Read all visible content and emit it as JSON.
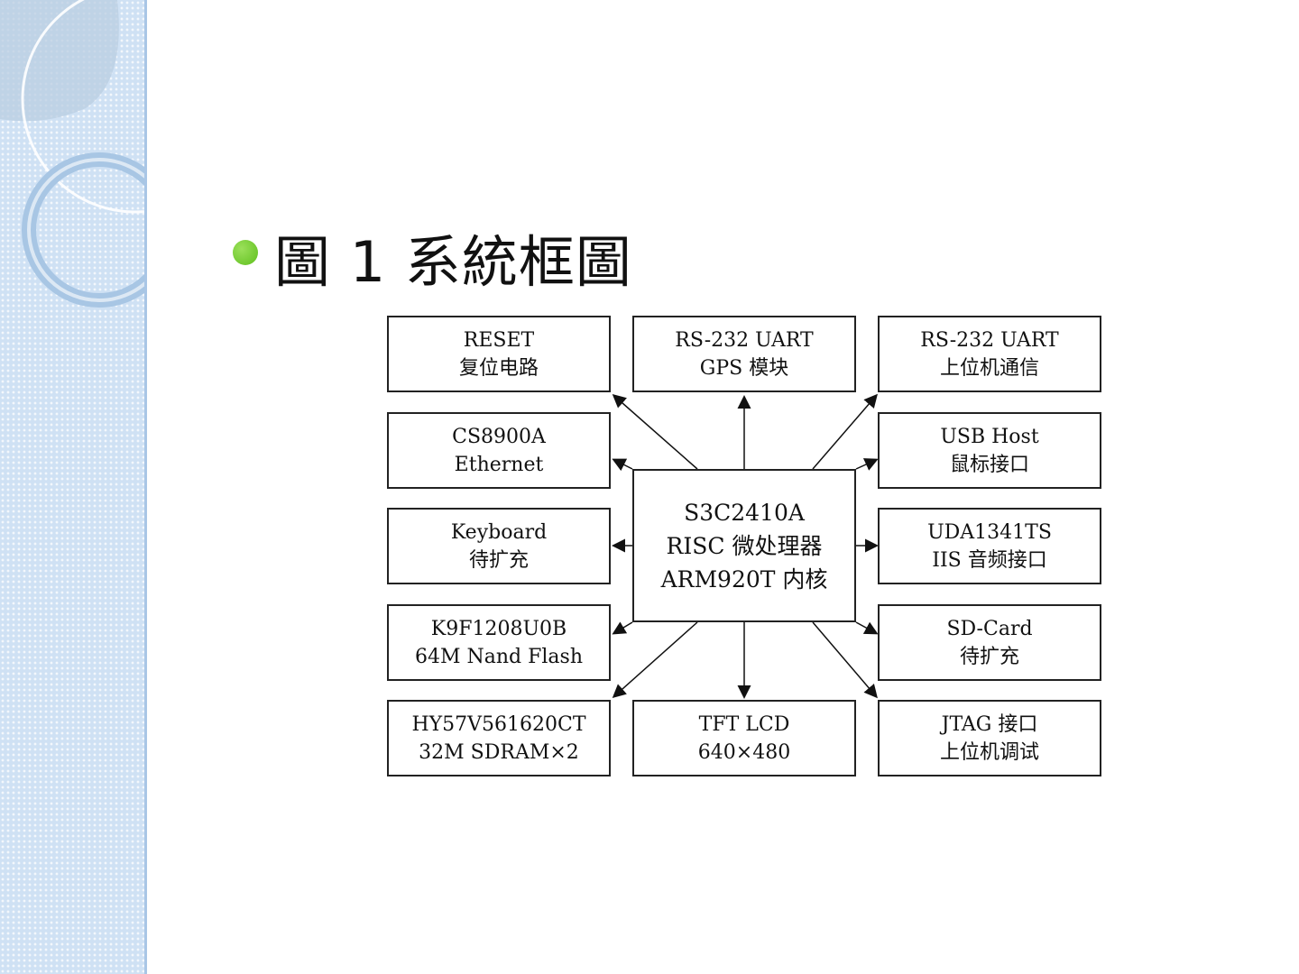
{
  "slide": {
    "title": "圖 1 系統框圖"
  },
  "diagram": {
    "center": {
      "line1": "S3C2410A",
      "line2": "RISC 微处理器",
      "line3": "ARM920T 内核"
    },
    "boxes": [
      {
        "id": "reset",
        "line1": "RESET",
        "line2": "复位电路"
      },
      {
        "id": "gps",
        "line1": "RS-232 UART",
        "line2": "GPS 模块"
      },
      {
        "id": "pc-uart",
        "line1": "RS-232 UART",
        "line2": "上位机通信"
      },
      {
        "id": "ethernet",
        "line1": "CS8900A",
        "line2": "Ethernet"
      },
      {
        "id": "usb",
        "line1": "USB Host",
        "line2": "鼠标接口"
      },
      {
        "id": "keyboard",
        "line1": "Keyboard",
        "line2": "待扩充"
      },
      {
        "id": "iis",
        "line1": "UDA1341TS",
        "line2": "IIS 音频接口"
      },
      {
        "id": "nand",
        "line1": "K9F1208U0B",
        "line2": "64M Nand Flash"
      },
      {
        "id": "sdcard",
        "line1": "SD-Card",
        "line2": "待扩充"
      },
      {
        "id": "sdram",
        "line1": "HY57V561620CT",
        "line2": "32M SDRAM×2"
      },
      {
        "id": "lcd",
        "line1": "TFT LCD",
        "line2": "640×480"
      },
      {
        "id": "jtag",
        "line1": "JTAG 接口",
        "line2": "上位机调试"
      }
    ]
  },
  "colors": {
    "bullet": "#6ccb2a",
    "side_panel": "#cfe1f4"
  }
}
